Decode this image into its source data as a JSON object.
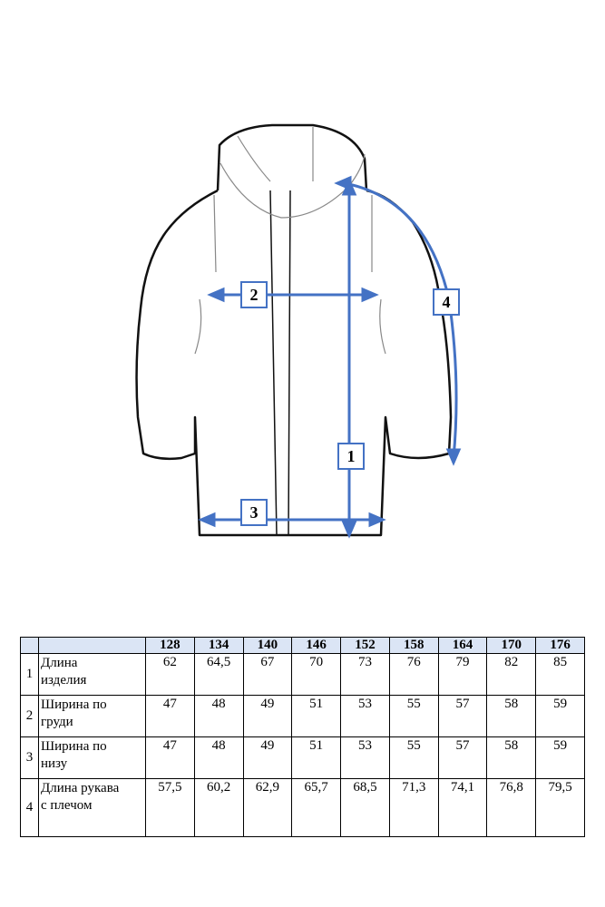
{
  "diagram": {
    "labels": [
      "1",
      "2",
      "3",
      "4"
    ],
    "accent_color": "#4472C4"
  },
  "table": {
    "sizes": [
      "128",
      "134",
      "140",
      "146",
      "152",
      "158",
      "164",
      "170",
      "176"
    ],
    "rows": [
      {
        "index": "1",
        "name_line1": "Длина",
        "name_line2": "изделия",
        "values": [
          "62",
          "64,5",
          "67",
          "70",
          "73",
          "76",
          "79",
          "82",
          "85"
        ]
      },
      {
        "index": "2",
        "name_line1": "Ширина по",
        "name_line2": "груди",
        "values": [
          "47",
          "48",
          "49",
          "51",
          "53",
          "55",
          "57",
          "58",
          "59"
        ]
      },
      {
        "index": "3",
        "name_line1": "Ширина по",
        "name_line2": "низу",
        "values": [
          "47",
          "48",
          "49",
          "51",
          "53",
          "55",
          "57",
          "58",
          "59"
        ]
      },
      {
        "index": "4",
        "name_line1": "Длина рукава",
        "name_line2": "с плечом",
        "values": [
          "57,5",
          "60,2",
          "62,9",
          "65,7",
          "68,5",
          "71,3",
          "74,1",
          "76,8",
          "79,5"
        ]
      }
    ]
  }
}
